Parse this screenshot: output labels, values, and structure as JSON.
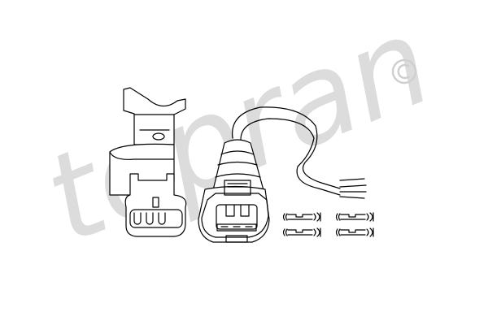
{
  "watermark": {
    "text": "topran",
    "color": "#d6d6d6"
  },
  "copyright": {
    "symbol": "©"
  },
  "parts": [
    "sensor",
    "connector-plug-with-cable",
    "terminal-pins"
  ]
}
